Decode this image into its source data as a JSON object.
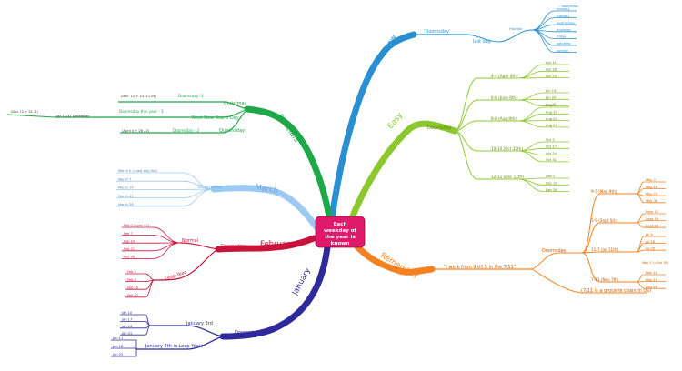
{
  "center": {
    "lines": [
      "Each",
      "weekday of",
      "the year is",
      "known"
    ],
    "color": "#e0196b"
  },
  "colors": {
    "know": "#2a8fd0",
    "easy": "#8cc82d",
    "remember": "#f58220",
    "january": "#2e2a9c",
    "february": "#c8143c",
    "march": "#9ccaf2",
    "specials": "#1fa84a"
  },
  "know": {
    "label": "Know",
    "doomsday": "'Doomsday'",
    "last_day": "last day",
    "fraction": "Fraction",
    "note": "- doomsday",
    "days": [
      "monday",
      "tuesday",
      "wednesday",
      "thursday",
      "friday",
      "saturday",
      "sunday"
    ]
  },
  "easy": {
    "label": "Easy",
    "doomsday": "Doomsday",
    "groups": [
      {
        "label": "4-4 (April 4th)",
        "dates": [
          "Apr 11",
          "Apr 18",
          "Apr 25"
        ]
      },
      {
        "label": "6-6 (June 6th)",
        "dates": [
          "Jun 13",
          "Jun 20",
          "Jun 27"
        ]
      },
      {
        "label": "8-8 (Aug 8th)",
        "dates": [
          "Aug 1",
          "Aug 15",
          "Aug 22",
          "Aug 29"
        ]
      },
      {
        "label": "10-10 (Oct 10th)",
        "dates": [
          "Oct 3",
          "Oct 17",
          "Oct 24",
          "Oct 31"
        ]
      },
      {
        "label": "12-12 (Dec 12th)",
        "dates": [
          "Dec 5",
          "Dec 19",
          "Dec 26"
        ]
      }
    ]
  },
  "remember": {
    "label": "Remember",
    "doomsday": "Doomsday",
    "phrase": "\"I work from 9 till 5 in the 7/11\"",
    "chain": "(7/11 is a grocerie chain in US)",
    "groups": [
      {
        "label": "9-5 (May 9th)",
        "dates": [
          "May 2",
          "May 16",
          "May 23",
          "May 30"
        ]
      },
      {
        "label": "5-9 (Sept 5th)",
        "dates": [
          "Sept 12",
          "Sept 19",
          "Sept 26"
        ]
      },
      {
        "label": "11-7 (Jul 11th)",
        "dates": [
          "Jul 4",
          "Jul 18",
          "Jul 25"
        ]
      },
      {
        "label": "7-11 (Nov 7th)",
        "dates": [
          "Nov 14",
          "Nov 21",
          "Nov 28"
        ]
      }
    ],
    "nov_note": "Nov 1 (=Oct 30)"
  },
  "january": {
    "label": "January",
    "doomsday": "Doomsday",
    "normal": "January 3rd",
    "normal_dates": [
      "Jan 10",
      "Jan 17",
      "Jan 24",
      "Jan 31"
    ],
    "leap": "January 4th in Leap Years",
    "leap_dates": [
      "Jan 11",
      "Jan 18",
      "Jan 25"
    ]
  },
  "february": {
    "label": "February",
    "doomsday": "Doomsday",
    "normal": "Normal",
    "normal_dates": [
      "Feb 0 (=Jan 31)",
      "Feb 7",
      "Feb 14",
      "Feb 21",
      "Feb 28"
    ],
    "leap": "Leap Year",
    "leap_dates": [
      "Feb 1",
      "Feb 8",
      "Feb 15",
      "Feb 22"
    ]
  },
  "march": {
    "label": "March",
    "doomsday": "Doomsday",
    "dates": [
      "March 0 (=last day Feb)",
      "March 7",
      "March 14",
      "March 21",
      "March 28"
    ]
  },
  "specials": {
    "label": "Specials",
    "items": [
      {
        "label": "Christmas",
        "sub": "Doomsday -1",
        "detail": "(Dec. 12 + 14 -1=25)"
      },
      {
        "label": "Next New Year's Day",
        "sub": "Doomsday this year - 1",
        "detail": "Jan 1=32 December",
        "extra": "(Dec 12 + 21 -1)"
      },
      {
        "label": "Queensday",
        "sub": "Doomsday - 2",
        "detail": "(April 4 + 28 - 2)"
      }
    ]
  }
}
